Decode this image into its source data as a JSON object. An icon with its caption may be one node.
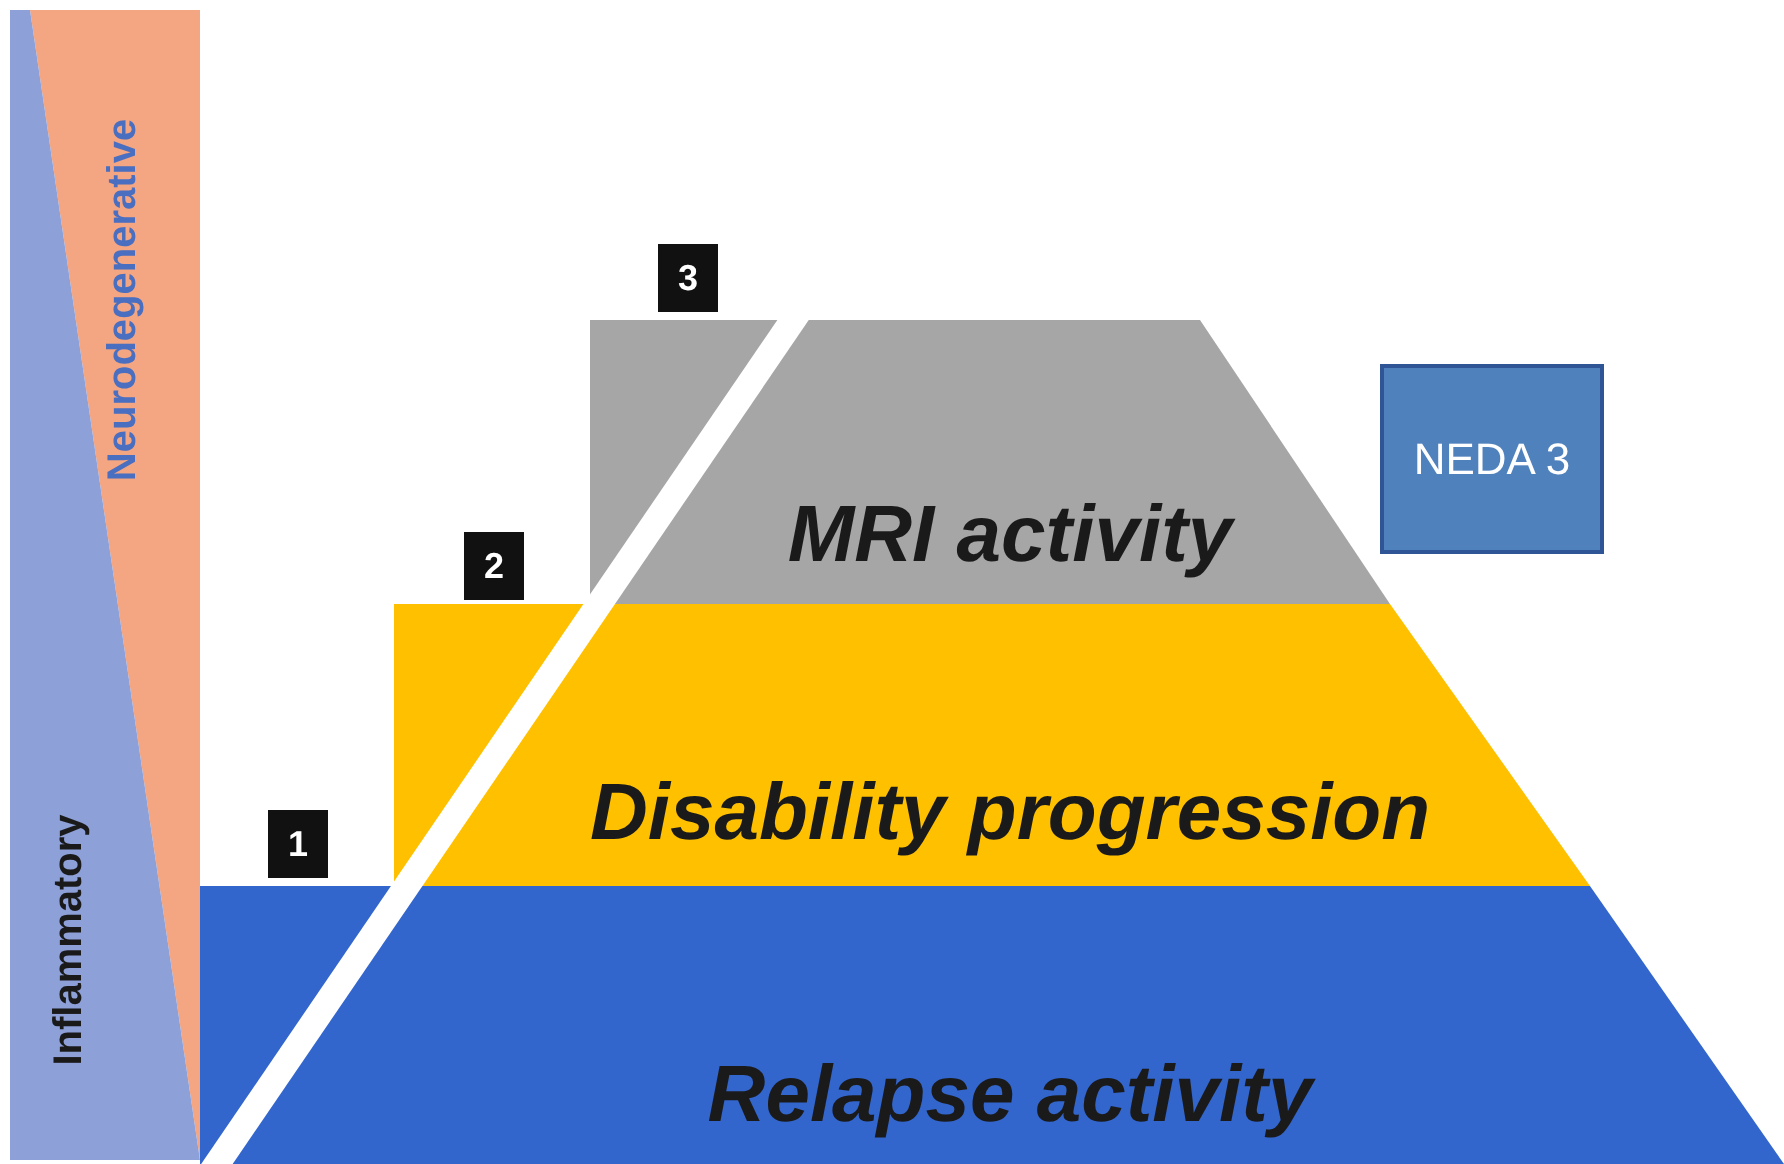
{
  "diagram": {
    "nodes": [
      {
        "text": [
          "Neurodegenerative"
        ]
      },
      {
        "text": [
          "Inflammatory"
        ]
      },
      {
        "text": [
          "3"
        ]
      },
      {
        "text": [
          "MRI activity"
        ]
      },
      {
        "text": [
          "NEDA 3"
        ]
      },
      {
        "text": [
          "2"
        ]
      },
      {
        "text": [
          "Disability progression"
        ]
      },
      {
        "text": [
          "1"
        ]
      },
      {
        "text": [
          "Relapse activity"
        ]
      }
    ],
    "edges": []
  }
}
